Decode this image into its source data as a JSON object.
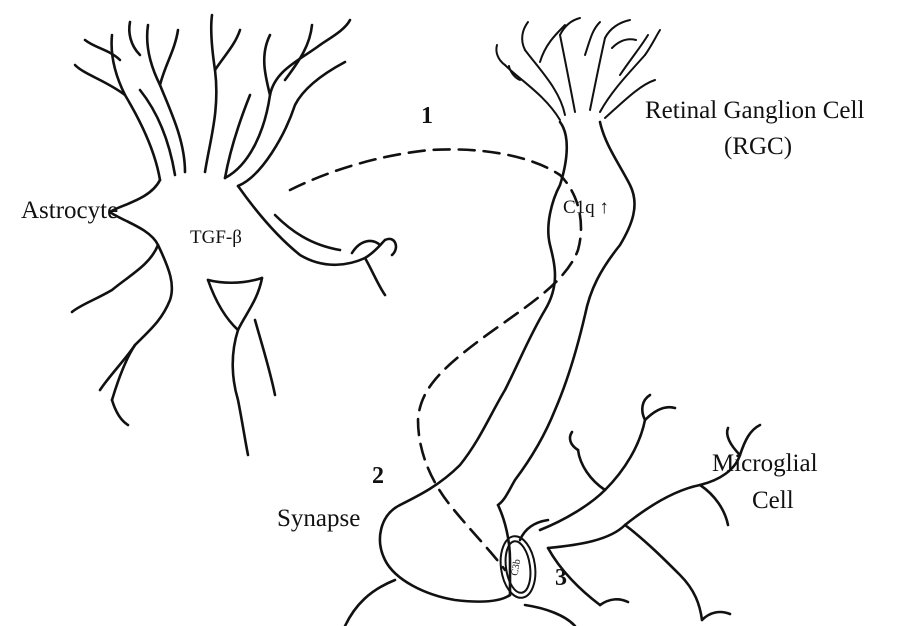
{
  "labels": {
    "astrocyte": "Astrocyte",
    "tgf_beta": "TGF-β",
    "step_1": "1",
    "rgc_line1": "Retinal Ganglion Cell",
    "rgc_line2": "(RGC)",
    "c1q": "C1q ↑",
    "step_2": "2",
    "synapse": "Synapse",
    "c3b": "C3b",
    "step_3": "3",
    "microglia_line1": "Microglial",
    "microglia_line2": "Cell"
  }
}
